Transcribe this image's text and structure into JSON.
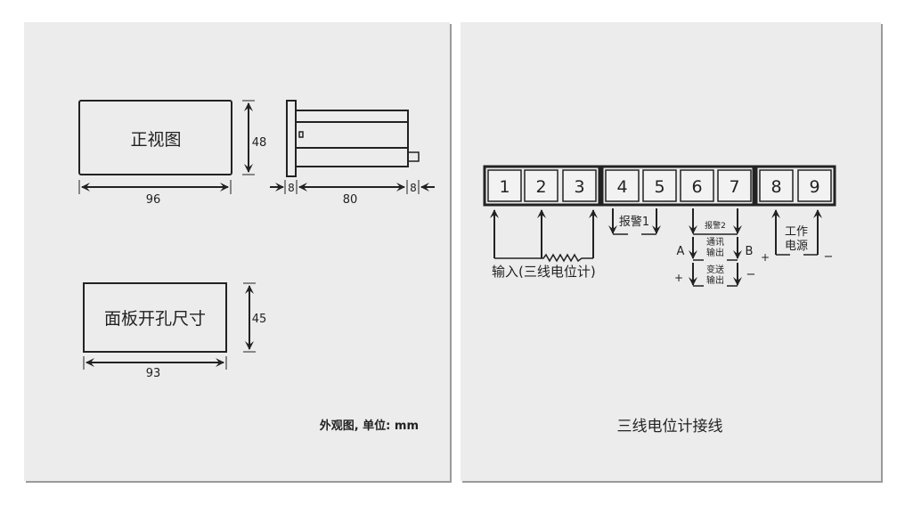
{
  "left_panel": {
    "front_view_label": "正视图",
    "front_height": "48",
    "front_width": "96",
    "side_plate": "8",
    "side_depth": "80",
    "side_rear": "8",
    "cutout_label": "面板开孔尺寸",
    "cutout_height": "45",
    "cutout_width": "93",
    "caption": "外观图, 单位: mm"
  },
  "right_panel": {
    "terminals": [
      "1",
      "2",
      "3",
      "4",
      "5",
      "6",
      "7",
      "8",
      "9"
    ],
    "input_label": "输入(三线电位计)",
    "alarm1": "报警1",
    "alarm2": "报警2",
    "comm_line1": "通讯",
    "comm_line2": "输出",
    "comm_a": "A",
    "comm_b": "B",
    "trans_line1": "变送",
    "trans_line2": "输出",
    "plus": "+",
    "minus": "−",
    "power_line1": "工作",
    "power_line2": "电源",
    "caption": "三线电位计接线"
  }
}
